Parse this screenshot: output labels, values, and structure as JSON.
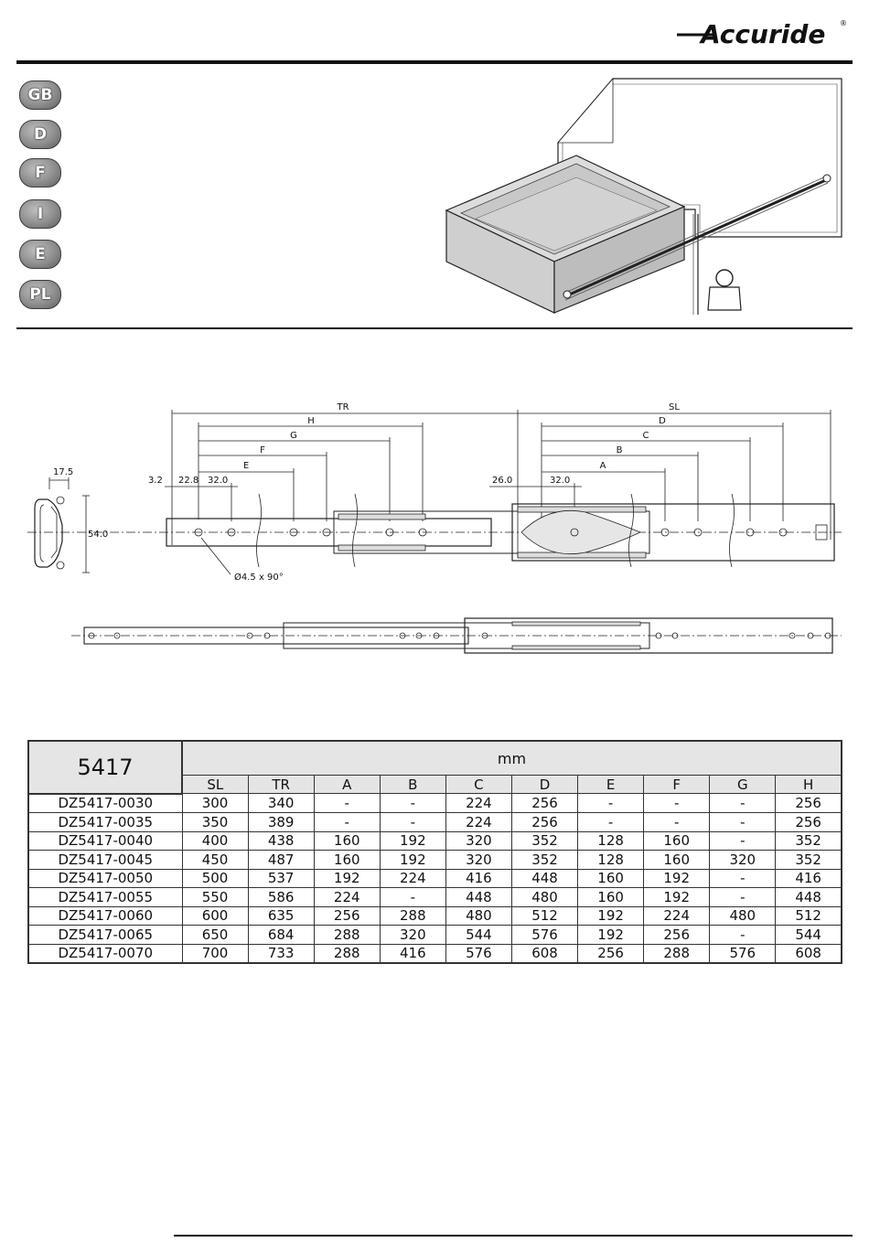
{
  "brand": {
    "name": "Accuride",
    "registered": "®"
  },
  "languages": [
    "GB",
    "D",
    "F",
    "I",
    "E",
    "PL"
  ],
  "drawing": {
    "labels": {
      "tr": "TR",
      "sl": "SL",
      "h": "H",
      "g": "G",
      "f": "F",
      "e": "E",
      "d": "D",
      "c": "C",
      "b": "B",
      "a": "A",
      "dim_17_5": "17.5",
      "dim_54_0": "54.0",
      "dim_3_2": "3.2",
      "dim_22_8": "22.8",
      "dim_32_0_left": "32.0",
      "dim_26_0": "26.0",
      "dim_32_0_right": "32.0",
      "hole": "Ø4.5 x 90°"
    }
  },
  "table": {
    "model": "5417",
    "unit": "mm",
    "columns": [
      "SL",
      "TR",
      "A",
      "B",
      "C",
      "D",
      "E",
      "F",
      "G",
      "H"
    ],
    "rows": [
      {
        "part": "DZ5417-0030",
        "values": [
          "300",
          "340",
          "-",
          "-",
          "224",
          "256",
          "-",
          "-",
          "-",
          "256"
        ]
      },
      {
        "part": "DZ5417-0035",
        "values": [
          "350",
          "389",
          "-",
          "-",
          "224",
          "256",
          "-",
          "-",
          "-",
          "256"
        ]
      },
      {
        "part": "DZ5417-0040",
        "values": [
          "400",
          "438",
          "160",
          "192",
          "320",
          "352",
          "128",
          "160",
          "-",
          "352"
        ]
      },
      {
        "part": "DZ5417-0045",
        "values": [
          "450",
          "487",
          "160",
          "192",
          "320",
          "352",
          "128",
          "160",
          "320",
          "352"
        ]
      },
      {
        "part": "DZ5417-0050",
        "values": [
          "500",
          "537",
          "192",
          "224",
          "416",
          "448",
          "160",
          "192",
          "-",
          "416"
        ]
      },
      {
        "part": "DZ5417-0055",
        "values": [
          "550",
          "586",
          "224",
          "-",
          "448",
          "480",
          "160",
          "192",
          "-",
          "448"
        ]
      },
      {
        "part": "DZ5417-0060",
        "values": [
          "600",
          "635",
          "256",
          "288",
          "480",
          "512",
          "192",
          "224",
          "480",
          "512"
        ]
      },
      {
        "part": "DZ5417-0065",
        "values": [
          "650",
          "684",
          "288",
          "320",
          "544",
          "576",
          "192",
          "256",
          "-",
          "544"
        ]
      },
      {
        "part": "DZ5417-0070",
        "values": [
          "700",
          "733",
          "288",
          "416",
          "576",
          "608",
          "256",
          "288",
          "576",
          "608"
        ]
      }
    ]
  }
}
